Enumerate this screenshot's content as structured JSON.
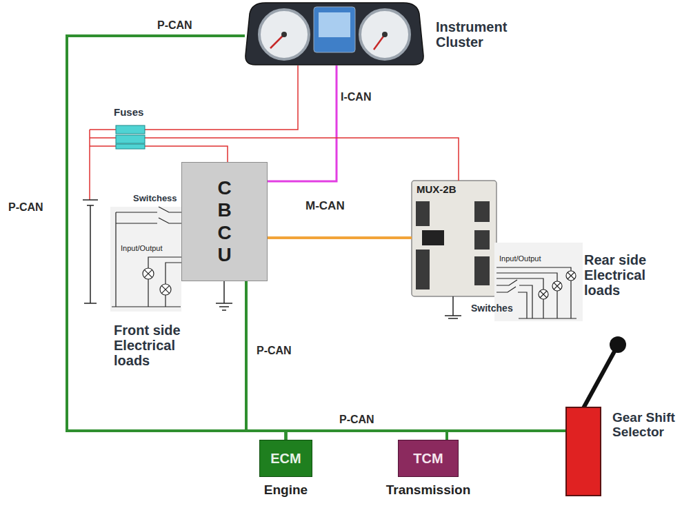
{
  "diagram": {
    "nodes": [
      {
        "text": [
          "Instrument Cluster"
        ]
      },
      {
        "text": [
          "Fuses"
        ]
      },
      {
        "text": [
          "C B C U"
        ]
      },
      {
        "text": [
          "MUX-2B"
        ]
      },
      {
        "text": [
          "ECM",
          "Engine"
        ]
      },
      {
        "text": [
          "TCM",
          "Transmission"
        ]
      },
      {
        "text": [
          "Gear Shift Selector"
        ]
      }
    ],
    "edges": [
      {
        "from": 0,
        "to": 4,
        "arrow": "none"
      },
      {
        "from": 2,
        "to": 4,
        "arrow": "none"
      },
      {
        "from": 4,
        "to": 5,
        "arrow": "none"
      },
      {
        "from": 5,
        "to": 6,
        "arrow": "none"
      },
      {
        "from": 0,
        "to": 2,
        "label": "I-CAN",
        "arrow": "none"
      },
      {
        "from": 2,
        "to": 3,
        "label": "M-CAN",
        "arrow": "none"
      },
      {
        "from": 1,
        "to": 0,
        "arrow": "none"
      },
      {
        "from": 1,
        "to": 2,
        "arrow": "none"
      },
      {
        "from": 1,
        "to": 3,
        "arrow": "none"
      }
    ],
    "labels": [
      "P-CAN",
      "P-CAN",
      "Switchess",
      "Input/Output",
      "Front side Electrical loads",
      "Input/Output",
      "Switches",
      "Rear side Electrical loads",
      "P-CAN",
      "P-CAN"
    ]
  }
}
